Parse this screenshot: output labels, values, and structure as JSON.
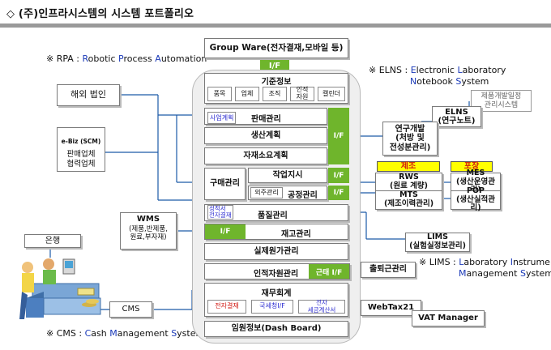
{
  "title": "◇ (주)인프라시스템의 시스템 포트폴리오",
  "top": {
    "groupware": "Group Ware(전자결재,모바일 등)",
    "if_label": "I/F"
  },
  "notes": {
    "rpa": {
      "prefix": "※ RPA : ",
      "r": "R",
      "r_rest": "obotic ",
      "p": "P",
      "p_rest": "rocess ",
      "a": "A",
      "a_rest": "utomation"
    },
    "elns": {
      "prefix": "※ ELNS : ",
      "e": "E",
      "e_rest": "lectronic ",
      "l": "L",
      "l_rest": "aboratory",
      "n": "N",
      "n_rest": "otebook ",
      "s": "S",
      "s_rest": "ystem"
    },
    "lims": {
      "prefix": "※ LIMS : ",
      "l": "L",
      "l_rest": "aboratory ",
      "i": "I",
      "i_rest": "nstrument",
      "m": "M",
      "m_rest": "anagement ",
      "s": "S",
      "s_rest": "ystem"
    },
    "cms": {
      "prefix": "※ CMS : ",
      "c": "C",
      "c_rest": "ash ",
      "m": "M",
      "m_rest": "anagement ",
      "s": "S",
      "s_rest": "ystem"
    }
  },
  "core": {
    "master": "기준정보",
    "master_items": [
      "품목",
      "업체",
      "조직",
      "인적\n자원",
      "캘린더"
    ],
    "sales_plan_tag": "사업계획",
    "sales": "판매관리",
    "production_plan": "생산계획",
    "mrp": "자재소요계획",
    "if_label": "I/F",
    "purchase": "구매관리",
    "work_order": "작업지시",
    "outsourcing": "외주관리",
    "process": "공정관리",
    "quality_tag": "성적서\n전자결재",
    "quality": "품질관리",
    "inventory": "재고관리",
    "cost": "실제원가관리",
    "hr": "인적자원관리",
    "attendance_if": "근태 I/F",
    "finance": "재무회계",
    "finance_items": [
      "전자결재",
      "국세청I/F",
      "전자\n세금계산서"
    ],
    "dashboard": "임원정보(Dash Board)"
  },
  "left": {
    "overseas": "해외 법인",
    "ebiz_title": "e-Biz (SCM)",
    "ebiz_lines": [
      "판매업체",
      "협력업체"
    ],
    "wms_title": "WMS",
    "wms_detail": "(제품,반제품,\n원료,부자재)",
    "bank": "은행",
    "cms": "CMS"
  },
  "right": {
    "elns_note": "제품개발일정\n관리시스템",
    "elns": "ELNS\n(연구노트)",
    "rnd": "연구개발\n(처방 및\n전성분관리)",
    "manufacture_tag": "제조",
    "packaging_tag": "포장",
    "rws": "RWS\n(원료 계량)",
    "mts": "MTS\n(제조이력관리)",
    "mes": "MES\n(생산운영관리)",
    "pop": "POP\n(생산실적관리)",
    "lims": "LIMS\n(실험실정보관리)",
    "attendance": "출퇴근관리",
    "webtax": "WebTax21",
    "vat": "VAT Manager"
  },
  "colors": {
    "green": "#6fb52c",
    "frame": "#efefef",
    "yellow": "#ffff00",
    "red": "#d0160f",
    "blue": "#2b2bd0"
  }
}
